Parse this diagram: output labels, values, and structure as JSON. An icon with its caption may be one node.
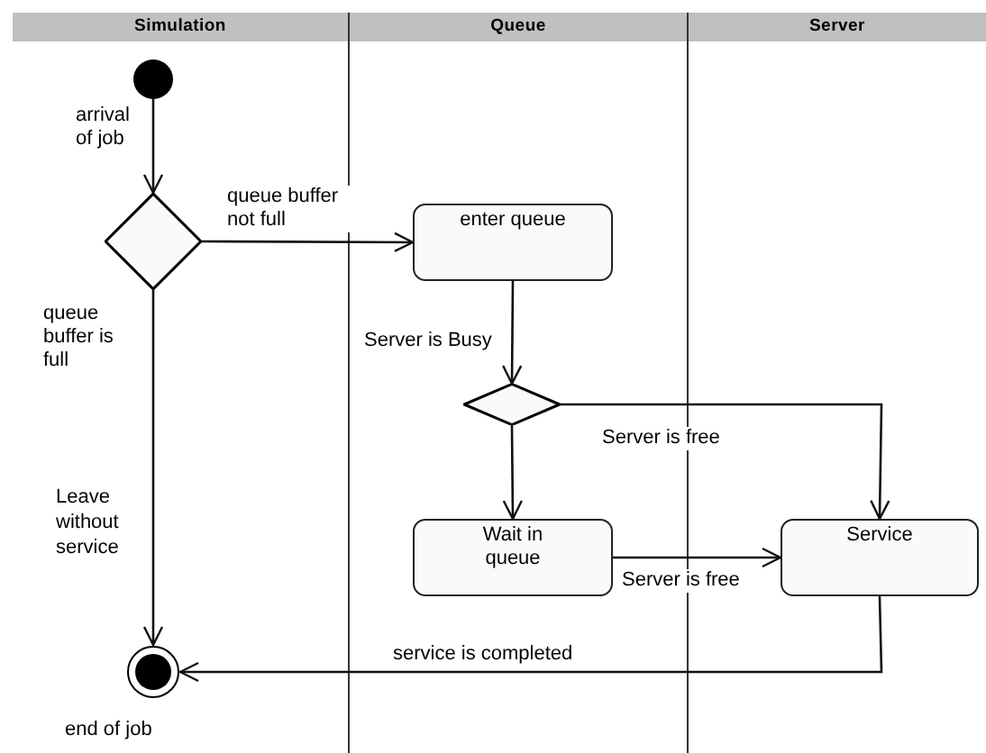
{
  "diagram": {
    "nodes": [
      {
        "text": [
          "Simulation"
        ]
      },
      {
        "text": [
          "Queue"
        ]
      },
      {
        "text": [
          "Server"
        ]
      },
      {
        "text": [],
        "shape": "circle",
        "in": 0
      },
      {
        "text": [],
        "shape": "diamond",
        "in": 0
      },
      {
        "text": [
          "enter queue"
        ],
        "in": 1
      },
      {
        "text": [],
        "shape": "diamond",
        "in": 1
      },
      {
        "text": [
          "Wait in queue"
        ],
        "in": 1
      },
      {
        "text": [
          "Service"
        ],
        "in": 2
      },
      {
        "text": [],
        "shape": "circle",
        "in": 0,
        "beside": [
          "end of job"
        ]
      }
    ],
    "edges": [
      {
        "from": 3,
        "to": 4,
        "arrow": "to",
        "label": "arrival of job"
      },
      {
        "from": 4,
        "to": 5,
        "arrow": "to",
        "label": "queue buffer not full"
      },
      {
        "from": 5,
        "to": 6,
        "arrow": "to",
        "label": "Server is Busy"
      },
      {
        "from": 6,
        "to": 7,
        "arrow": "to"
      },
      {
        "from": 6,
        "to": 8,
        "arrow": "to",
        "label": "Server is free"
      },
      {
        "from": 7,
        "to": 8,
        "arrow": "to",
        "label": "Server is free"
      },
      {
        "from": 8,
        "to": 9,
        "arrow": "to",
        "label": "service is completed"
      },
      {
        "from": 4,
        "to": 9,
        "arrow": "to",
        "label": "queue buffer is full"
      }
    ],
    "labels": [
      "Leave without service"
    ]
  }
}
